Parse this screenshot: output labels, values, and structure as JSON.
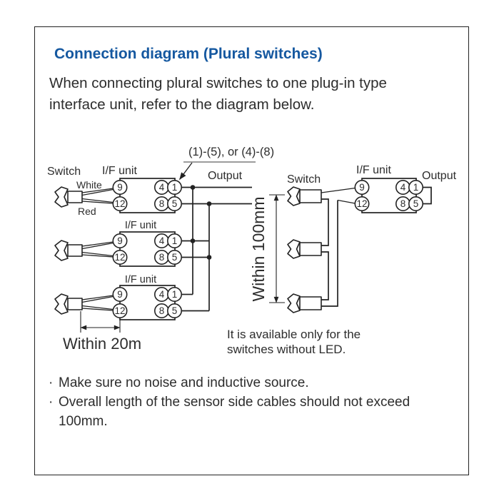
{
  "page": {
    "title": "Connection diagram (Plural switches)",
    "intro_lines": [
      "When connecting plural switches to one plug-in type",
      "interface unit, refer to the diagram below."
    ],
    "bullet_char": "·",
    "notes": [
      {
        "lines": [
          "Make sure no noise and inductive source."
        ]
      },
      {
        "lines": [
          "Overall length of the sensor side cables should not exceed",
          "100mm."
        ]
      }
    ]
  },
  "diagram": {
    "annotation": "(1)-(5), or (4)-(8)",
    "pins": {
      "p9": "9",
      "p12": "12",
      "p4": "4",
      "p1": "1",
      "p8": "8",
      "p5": "5"
    },
    "left": {
      "switch_label": "Switch",
      "if_unit_label": "I/F unit",
      "output_label": "Output",
      "wire_white": "White",
      "wire_red": "Red",
      "within_20m": "Within 20m"
    },
    "right": {
      "switch_label": "Switch",
      "if_unit_label": "I/F unit",
      "output_label": "Output",
      "within_100mm": "Within 100mm",
      "note_lines": [
        "It is available only for the",
        "switches without LED."
      ]
    },
    "colors": {
      "title_blue": "#1558a0",
      "line_black": "#222222",
      "annotation_gray": "#9c9c9c",
      "text_dark": "#2d2d2d"
    }
  }
}
